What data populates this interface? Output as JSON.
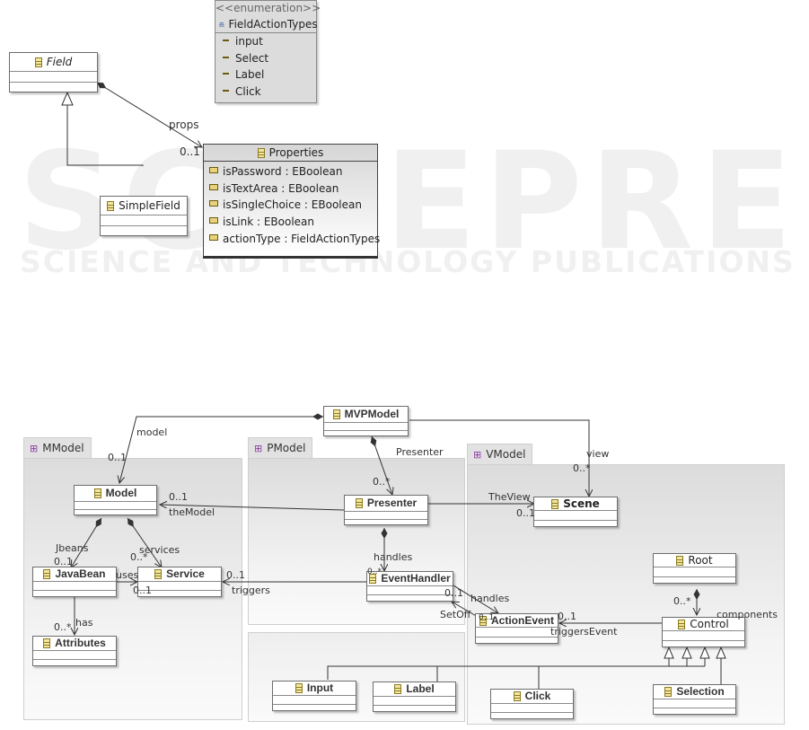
{
  "watermark": {
    "title": "SCITEPRESS",
    "subtitle": "SCIENCE AND TECHNOLOGY PUBLICATIONS"
  },
  "top_diagram": {
    "field": {
      "name": "Field",
      "abstract": true
    },
    "simple_field": {
      "name": "SimpleField"
    },
    "enumeration": {
      "stereotype": "<<enumeration>>",
      "name": "FieldActionTypes",
      "literals": [
        "input",
        "Select",
        "Label",
        "Click"
      ]
    },
    "properties": {
      "name": "Properties",
      "attributes": [
        "isPassword : EBoolean",
        "isTextArea : EBoolean",
        "isSingleChoice : EBoolean",
        "isLink : EBoolean",
        "actionType : FieldActionTypes"
      ]
    },
    "edges": {
      "props_role": "props",
      "props_mult": "0..1"
    }
  },
  "bottom_diagram": {
    "packages": {
      "mmodel": "MModel",
      "pmodel": "PModel",
      "vmodel": "VModel"
    },
    "classes": {
      "mvpmodel": "MVPModel",
      "model": "Model",
      "javabean": "JavaBean",
      "service": "Service",
      "attributes": "Attributes",
      "presenter": "Presenter",
      "eventhandler": "EventHandler",
      "scene": "Scene",
      "root": "Root",
      "control": "Control",
      "actionevent": "ActionEvent",
      "input": "Input",
      "label": "Label",
      "click": "Click",
      "selection": "Selection"
    },
    "edge_labels": {
      "model": "model",
      "model_mult": "0..1",
      "presenter": "Presenter",
      "presenter_mult": "0..*",
      "view": "view",
      "view_mult": "0..*",
      "the_model": "theModel",
      "the_model_mult": "0..1",
      "the_view": "TheView",
      "the_view_mult": "0..1",
      "jbeans": "Jbeans",
      "jbeans_mult": "0..1",
      "services": "services",
      "services_mult": "0..*",
      "uses": "uses",
      "uses_mult": "0..1",
      "has": "has",
      "has_mult": "0..*",
      "triggers": "triggers",
      "triggers_mult": "0..1",
      "handles_ph": "handles",
      "handles_ph_mult": "0..*",
      "handles_ea": "handles",
      "handles_ea_mult": "0..1",
      "set_off": "SetOff",
      "set_off_mult": "0..1",
      "components": "components",
      "components_mult": "0..*",
      "triggers_event": "triggersEvent",
      "triggers_event_mult": "0..1"
    }
  }
}
